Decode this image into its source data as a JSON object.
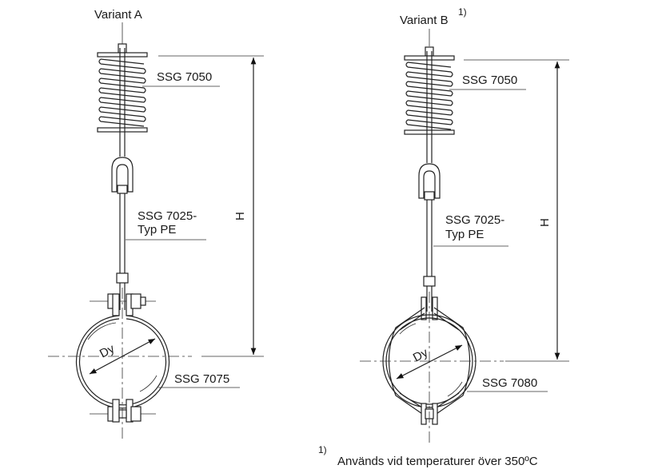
{
  "variant_a": {
    "title": "Variant A",
    "spring_label": "SSG 7050",
    "rod_label_line1": "SSG 7025-",
    "rod_label_line2": "Typ PE",
    "clamp_label": "SSG 7075",
    "diameter_label": "Dy",
    "height_label": "H"
  },
  "variant_b": {
    "title": "Variant B",
    "title_footnote": "1)",
    "spring_label": "SSG 7050",
    "rod_label_line1": "SSG 7025-",
    "rod_label_line2": "Typ PE",
    "clamp_label": "SSG 7080",
    "diameter_label": "Dy",
    "height_label": "H"
  },
  "footnote": {
    "marker": "1)",
    "text": "Används vid temperaturer över 350ºC"
  }
}
